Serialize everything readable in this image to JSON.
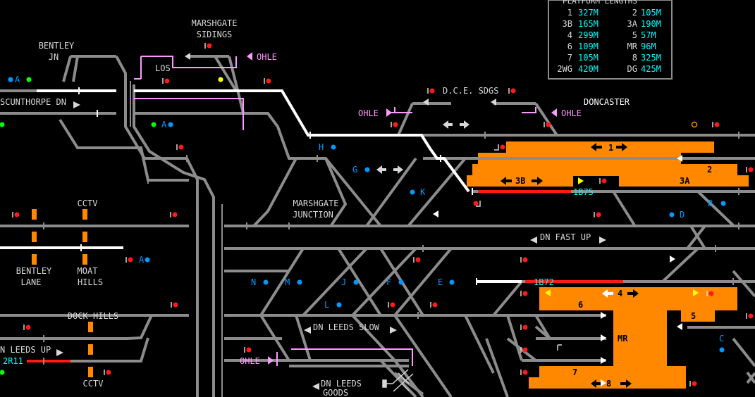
{
  "panel": {
    "title": "Doncaster signalling panel",
    "platform_lengths": {
      "heading": "PLATFORM LENGTHS",
      "rows": [
        {
          "p1": "1",
          "l1": "327M",
          "p2": "2",
          "l2": "105M"
        },
        {
          "p1": "3B",
          "l1": "165M",
          "p2": "3A",
          "l2": "190M"
        },
        {
          "p1": "4",
          "l1": "299M",
          "p2": "5",
          "l2": "57M"
        },
        {
          "p1": "6",
          "l1": "109M",
          "p2": "MR",
          "l2": "96M"
        },
        {
          "p1": "7",
          "l1": "105M",
          "p2": "8",
          "l2": "325M"
        },
        {
          "p1": "2WG",
          "l1": "420M",
          "p2": "DG",
          "l2": "425M"
        }
      ]
    },
    "labels": {
      "marshgate_sidings": [
        "MARSHGATE",
        "SIDINGS"
      ],
      "bentley_jn": [
        "BENTLEY",
        "JN"
      ],
      "los": "LOS",
      "ohle": "OHLE",
      "dce_sdgs": "D.C.E. SDGS",
      "doncaster": "DONCASTER",
      "scunthorpe_dn": "SCUNTHORPE DN",
      "marshgate_junction": [
        "MARSHGATE",
        "JUNCTION"
      ],
      "cctv": "CCTV",
      "bentley_lane": [
        "BENTLEY",
        "LANE"
      ],
      "moat_hills": [
        "MOAT",
        "HILLS"
      ],
      "dock_hills": "DOCK HILLS",
      "dn_fast_up": "DN FAST UP",
      "dn_leeds_slow": "DN LEEDS SLOW",
      "dn_leeds_up": "N LEEDS UP",
      "dn_leeds_goods": [
        "DN LEEDS",
        "GOODS"
      ]
    },
    "berths": {
      "b1": "1B75",
      "b2": "1B72",
      "b3": "2R11"
    },
    "platforms": {
      "p1": "1",
      "p2": "2",
      "p3a": "3A",
      "p3b": "3B",
      "p4": "4",
      "p5": "5",
      "p6": "6",
      "p7": "7",
      "p8": "8",
      "pmr": "MR"
    },
    "stations": {
      "a": "A",
      "b": "B",
      "c": "C",
      "d": "D",
      "e": "E",
      "f": "F",
      "g": "G",
      "h": "H",
      "j": "J",
      "k": "K",
      "l": "L",
      "m": "M",
      "n": "N"
    },
    "colors": {
      "track": "#8c8c8c",
      "route_set": "#ffffff",
      "occupied": "#ff1a1a",
      "platform": "#ff8800",
      "ohle": "#ff99ff",
      "berth_text": "#00ffff",
      "point_marker": "#0099ff"
    }
  }
}
